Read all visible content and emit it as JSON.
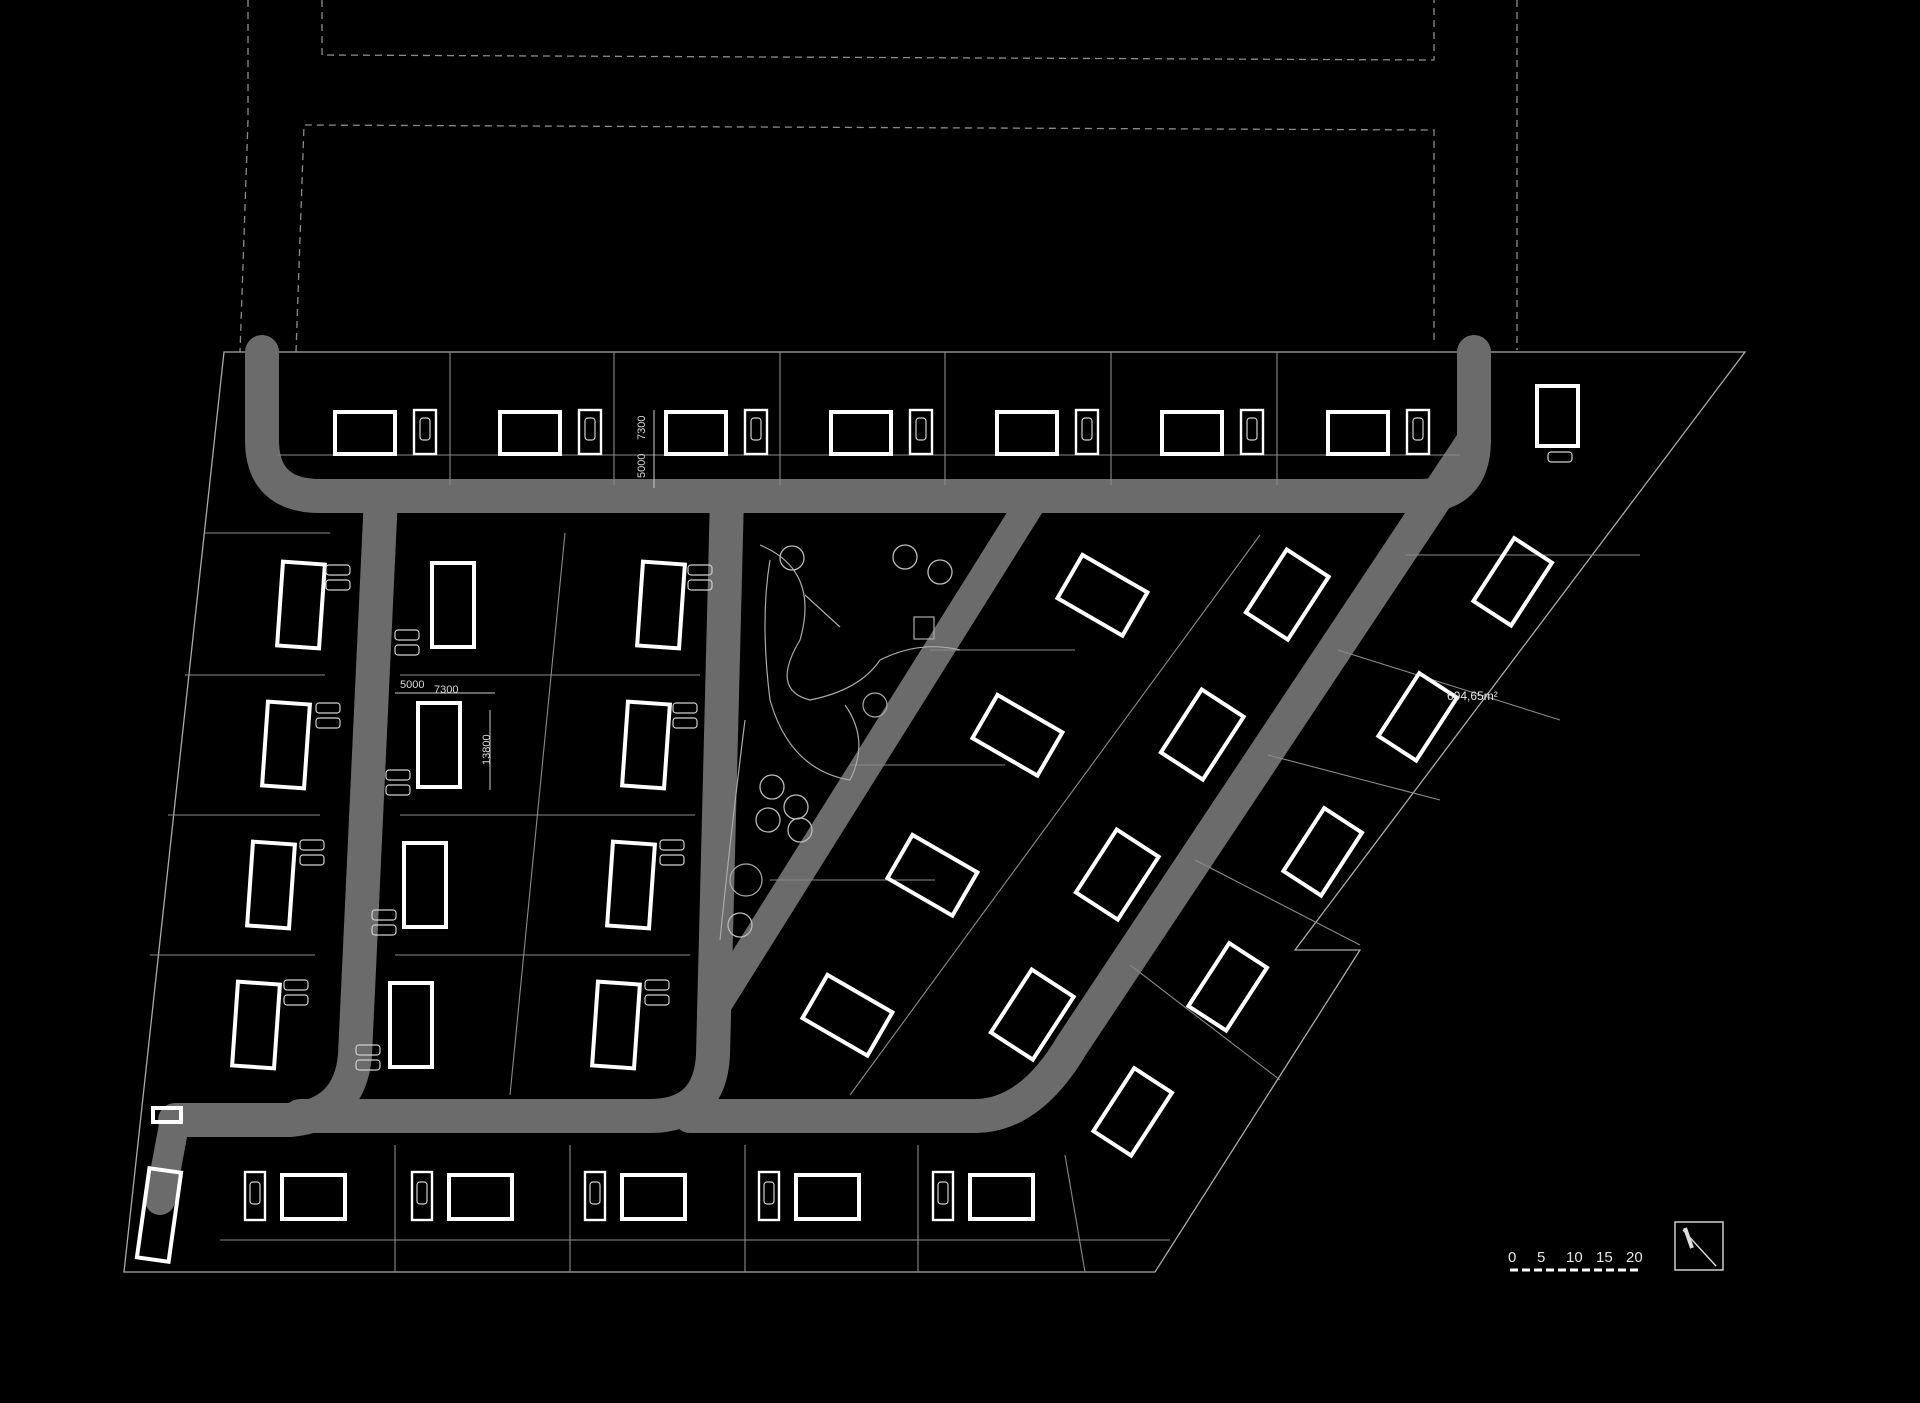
{
  "plan": {
    "colors": {
      "background": "#000000",
      "road": "#6b6b6b",
      "building": "#ffffff",
      "line": "#9a9a9a",
      "dashed": "#8c8c8c"
    },
    "area_label": "604,65m²",
    "dimensions": {
      "top_a": "7300",
      "top_b": "5000",
      "mid_a": "5000",
      "mid_b": "7300",
      "mid_c": "13800"
    },
    "scale_bar": {
      "ticks": [
        "0",
        "5",
        "10",
        "15",
        "20"
      ]
    },
    "icons": [
      "north-arrow-icon",
      "tree-icon",
      "car-icon"
    ]
  }
}
